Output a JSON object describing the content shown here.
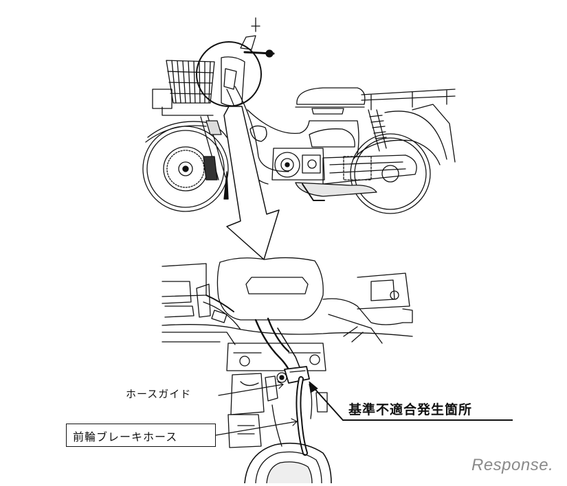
{
  "labels": {
    "hose_guide": "ホースガイド",
    "front_brake_hose": "前輪ブレーキホース",
    "nonconformity_location": "基準不適合発生箇所"
  },
  "watermark": {
    "brand": "Response."
  },
  "colors": {
    "line": "#111111",
    "background": "#ffffff",
    "watermark": "#8a8a8a"
  }
}
